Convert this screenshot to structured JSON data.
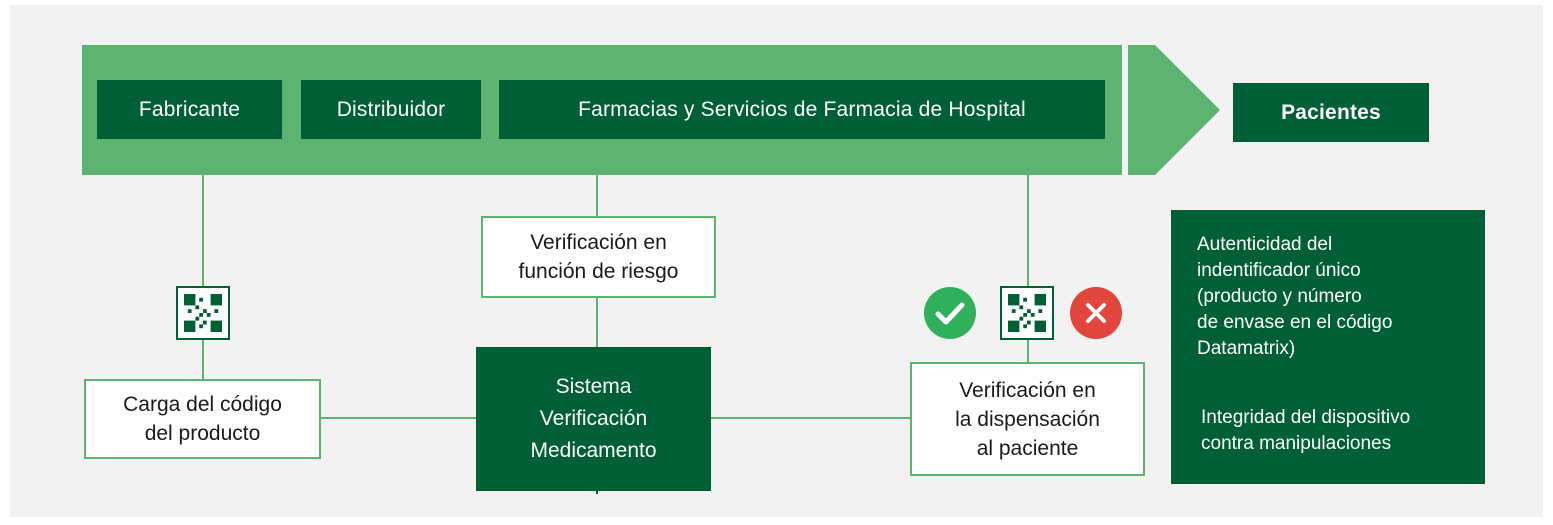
{
  "supply_chain": {
    "stages": [
      "Fabricante",
      "Distribuidor",
      "Farmacias y Servicios de Farmacia de Hospital"
    ],
    "destination": "Pacientes"
  },
  "nodes": {
    "upload": "Carga del código\ndel producto",
    "risk_verification": "Verificación en\nfunción de riesgo",
    "central_system": "Sistema\nVerificación\nMedicamento",
    "dispensing_verification": "Verificación en\nla dispensación\nal paciente"
  },
  "info_panel": {
    "authenticity": "Autenticidad del\nindentificador único\n(producto y número\nde envase en el código\nDatamatrix)",
    "integrity": "Integridad del dispositivo\ncontra manipulaciones"
  },
  "icons": {
    "datamatrix": "datamatrix-code-icon",
    "valid": "checkmark-circle-icon",
    "invalid": "cross-circle-icon"
  },
  "colors": {
    "dark_green": "#005f35",
    "light_green": "#5cb470",
    "connector": "#5cb470",
    "valid": "#2fb05a",
    "invalid": "#e0463c",
    "background": "#f2f2f2"
  }
}
